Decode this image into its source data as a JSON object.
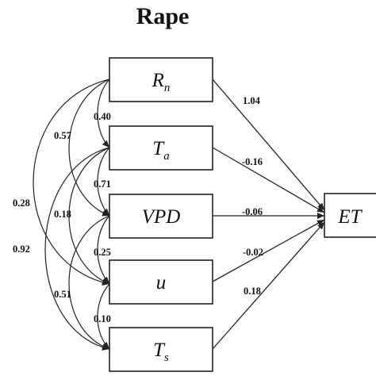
{
  "title": "Rape",
  "nodes": {
    "rn": {
      "main": "R",
      "sub": "n"
    },
    "ta": {
      "main": "T",
      "sub": "a"
    },
    "vpd": {
      "main": "VPD",
      "sub": ""
    },
    "u": {
      "main": "u",
      "sub": ""
    },
    "ts": {
      "main": "T",
      "sub": "s"
    },
    "et": {
      "main": "ET",
      "sub": ""
    }
  },
  "path_coefficients": {
    "rn_et": "1.04",
    "ta_et": "-0.16",
    "vpd_et": "-0.06",
    "u_et": "-0.02",
    "ts_et": "0.18"
  },
  "correlations": {
    "rn_ta": "0.40",
    "ta_vpd": "0.71",
    "vpd_u": "0.25",
    "u_ts": "0.10",
    "rn_vpd": "0.57",
    "ta_u": "0.18",
    "vpd_ts": "0.51",
    "rn_u": "0.28",
    "ta_ts": "0.92"
  }
}
